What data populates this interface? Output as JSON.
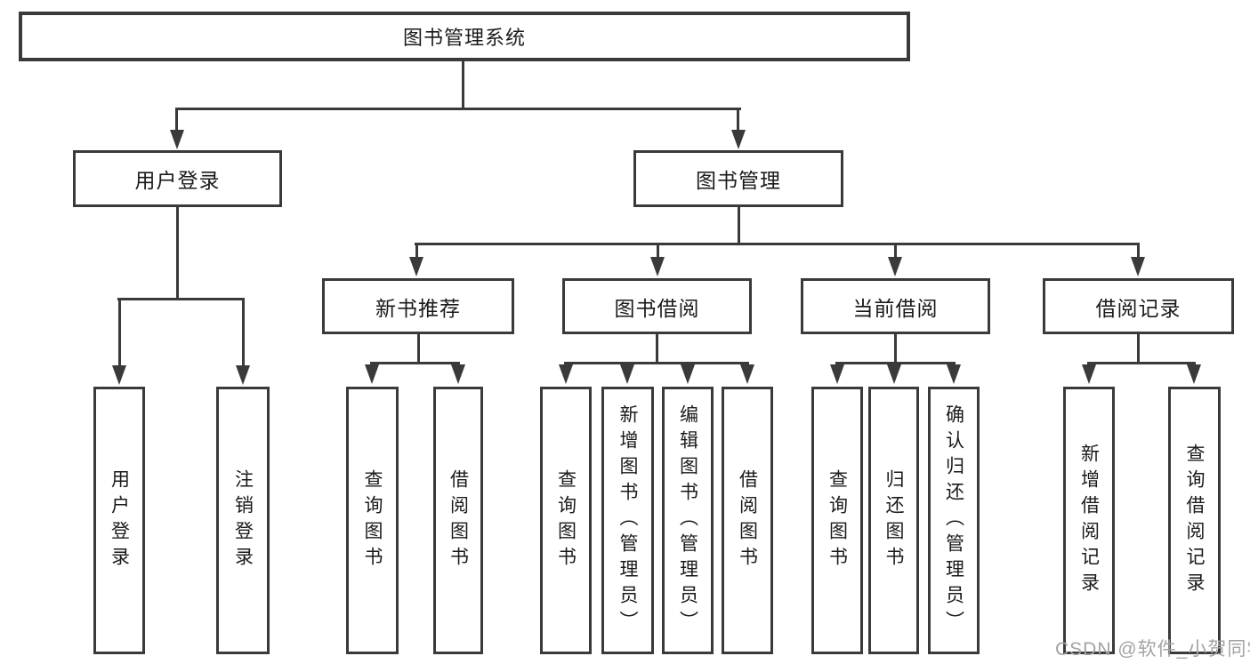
{
  "tree": {
    "root": {
      "label": "图书管理系统",
      "children": [
        {
          "label": "用户登录",
          "children": [
            {
              "label": "用户登录"
            },
            {
              "label": "注销登录"
            }
          ]
        },
        {
          "label": "图书管理",
          "children": [
            {
              "label": "新书推荐",
              "children": [
                {
                  "label": "查询图书"
                },
                {
                  "label": "借阅图书"
                }
              ]
            },
            {
              "label": "图书借阅",
              "children": [
                {
                  "label": "查询图书"
                },
                {
                  "label": "新增图书（管理员）"
                },
                {
                  "label": "编辑图书（管理员）"
                },
                {
                  "label": "借阅图书"
                }
              ]
            },
            {
              "label": "当前借阅",
              "children": [
                {
                  "label": "查询图书"
                },
                {
                  "label": "归还图书"
                },
                {
                  "label": "确认归还（管理员）"
                }
              ]
            },
            {
              "label": "借阅记录",
              "children": [
                {
                  "label": "新增借阅记录"
                },
                {
                  "label": "查询借阅记录"
                }
              ]
            }
          ]
        }
      ]
    }
  },
  "watermark": {
    "text": "CSDN @软件_小贺同学"
  },
  "colors": {
    "line": "#3a3a3a",
    "text": "#1a1a1a",
    "watermark": "#a3a3a3",
    "background": "#ffffff"
  }
}
